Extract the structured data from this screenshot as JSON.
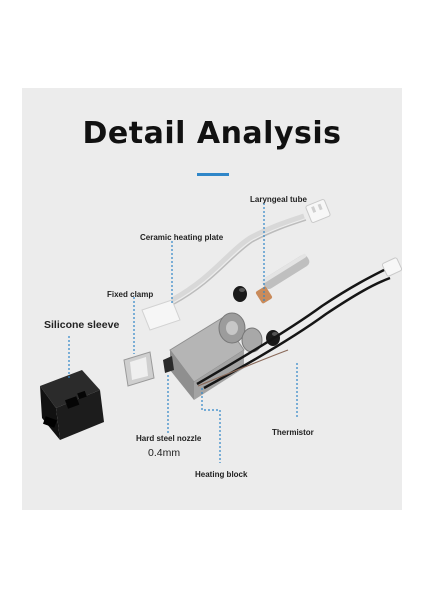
{
  "title": "Detail Analysis",
  "accent_color": "#2f86c8",
  "labels": {
    "laryngeal_tube": "Laryngeal tube",
    "ceramic_heating_plate": "Ceramic heating plate",
    "fixed_clamp": "Fixed clamp",
    "silicone_sleeve": "Silicone sleeve",
    "hard_steel_nozzle": "Hard steel nozzle",
    "nozzle_size": "0.4mm",
    "heating_block": "Heating block",
    "thermistor": "Thermistor"
  }
}
